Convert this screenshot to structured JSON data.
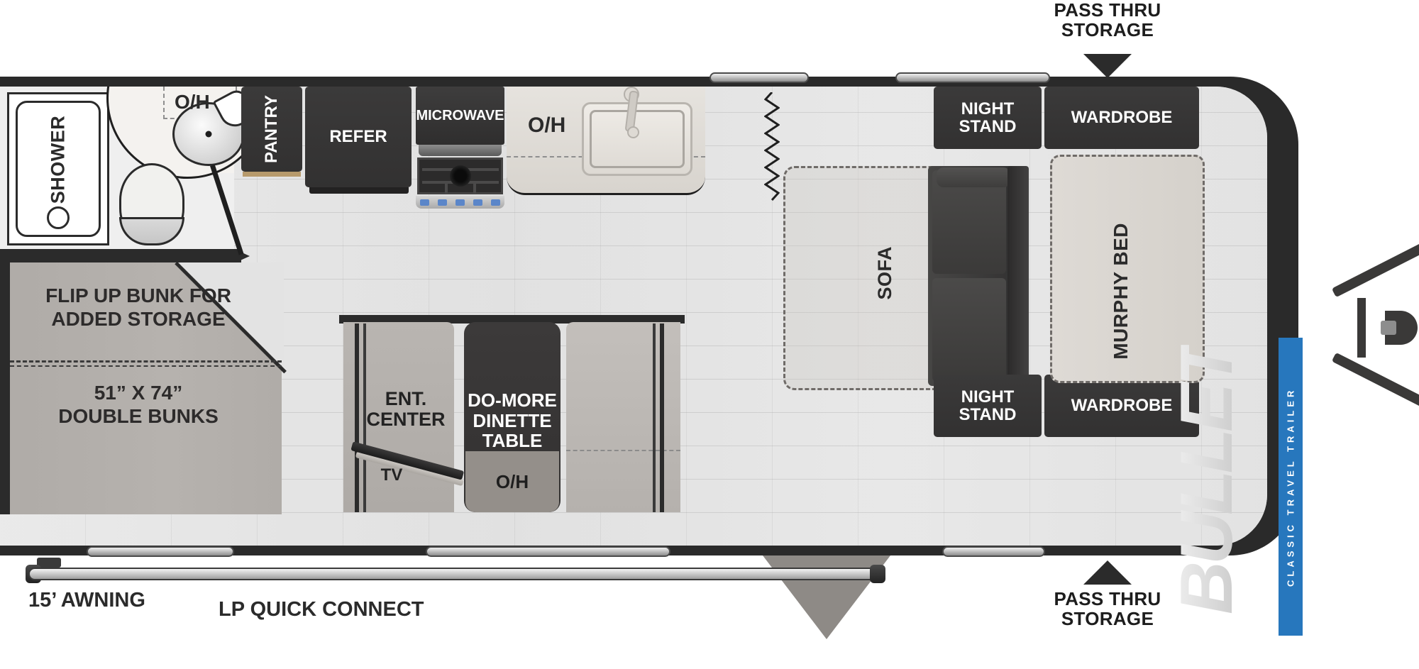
{
  "title": "Bullet Classic Travel Trailer Floorplan",
  "brand": {
    "name": "BULLET",
    "tagline": "CLASSIC TRAVEL TRAILER",
    "accent": "#2777bd"
  },
  "callouts": {
    "pass_thru_top": "PASS THRU\nSTORAGE",
    "pass_thru_top_line1": "PASS THRU",
    "pass_thru_top_line2": "STORAGE",
    "pass_thru_bottom_line1": "PASS THRU",
    "pass_thru_bottom_line2": "STORAGE",
    "awning": "15’ AWNING",
    "lp_quick_connect": "LP QUICK CONNECT"
  },
  "rooms": {
    "shower": "SHOWER",
    "bath_overhead": "O/H",
    "pantry": "PANTRY",
    "refer": "REFER",
    "microwave": "MICROWAVE",
    "kitchen_overhead": "O/H",
    "sofa": "SOFA",
    "night_stand_top_line1": "NIGHT",
    "night_stand_top_line2": "STAND",
    "night_stand_bottom_line1": "NIGHT",
    "night_stand_bottom_line2": "STAND",
    "wardrobe_top": "WARDROBE",
    "wardrobe_bottom": "WARDROBE",
    "murphy_bed": "MURPHY BED",
    "ent_center_line1": "ENT.",
    "ent_center_line2": "CENTER",
    "tv": "TV",
    "dinette_line1": "DO-MORE",
    "dinette_line2": "DINETTE",
    "dinette_line3": "TABLE",
    "dinette_overhead": "O/H",
    "bunk_note_line1": "FLIP UP BUNK FOR",
    "bunk_note_line2": "ADDED STORAGE",
    "bunk_size": "51” X 74”",
    "bunk_type": "DOUBLE BUNKS"
  },
  "colors": {
    "shell": "#2a2a2a",
    "floor": "#e3e3e3",
    "dark_block": "#3b3a3a",
    "light_block": "#b6b2ae",
    "accent_blue": "#2777bd"
  }
}
